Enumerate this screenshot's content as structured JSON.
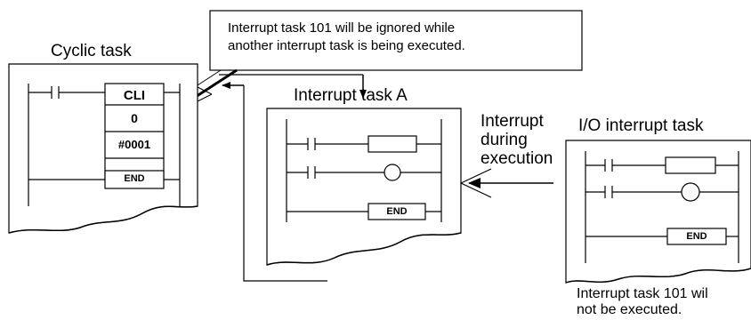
{
  "callout": {
    "line1": "Interrupt task 101 will be ignored while",
    "line2": "another interrupt task is being executed."
  },
  "cyclic_task": {
    "title": "Cyclic task",
    "instruction": "CLI",
    "operand1": "0",
    "operand2": "#0001",
    "end_label": "END"
  },
  "interrupt_task_a": {
    "title": "Interrupt task A",
    "end_label": "END"
  },
  "io_interrupt_task": {
    "title": "I/O interrupt task",
    "end_label": "END"
  },
  "interrupt_during_execution": [
    "Interrupt",
    "during",
    "execution"
  ],
  "note": {
    "line1": "Interrupt task 101 wil",
    "line2": "not be executed."
  }
}
